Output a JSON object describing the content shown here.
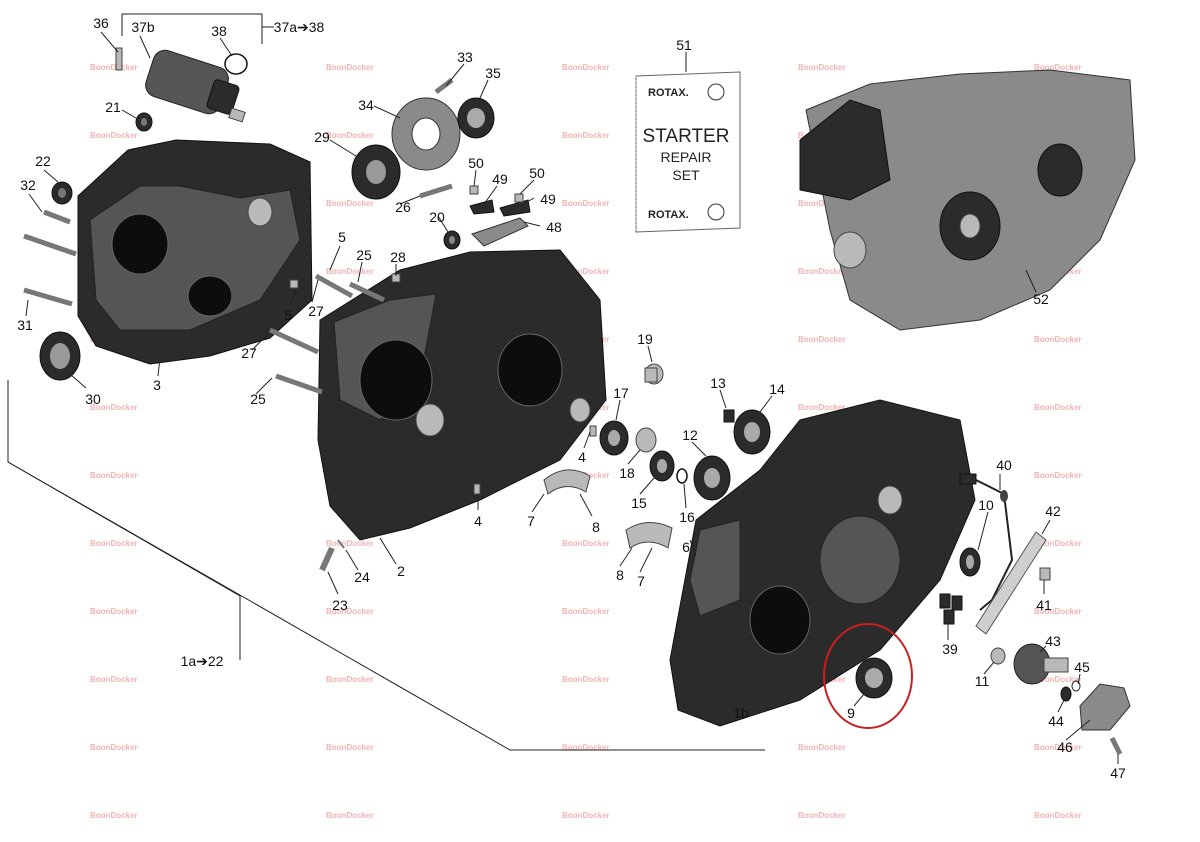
{
  "diagram": {
    "callouts": [
      {
        "id": "c36",
        "text": "36"
      },
      {
        "id": "c37b",
        "text": "37b"
      },
      {
        "id": "c38",
        "text": "38"
      },
      {
        "id": "c37a38",
        "text": "37a➔38"
      },
      {
        "id": "c21",
        "text": "21"
      },
      {
        "id": "c22",
        "text": "22"
      },
      {
        "id": "c32",
        "text": "32"
      },
      {
        "id": "c31",
        "text": "31"
      },
      {
        "id": "c30",
        "text": "30"
      },
      {
        "id": "c3",
        "text": "3"
      },
      {
        "id": "c33",
        "text": "33"
      },
      {
        "id": "c35",
        "text": "35"
      },
      {
        "id": "c34",
        "text": "34"
      },
      {
        "id": "c29",
        "text": "29"
      },
      {
        "id": "c26",
        "text": "26"
      },
      {
        "id": "c20",
        "text": "20"
      },
      {
        "id": "c50a",
        "text": "50"
      },
      {
        "id": "c50b",
        "text": "50"
      },
      {
        "id": "c49a",
        "text": "49"
      },
      {
        "id": "c49b",
        "text": "49"
      },
      {
        "id": "c48",
        "text": "48"
      },
      {
        "id": "c5a",
        "text": "5"
      },
      {
        "id": "c5b",
        "text": "5"
      },
      {
        "id": "c25a",
        "text": "25"
      },
      {
        "id": "c25b",
        "text": "25"
      },
      {
        "id": "c28",
        "text": "28"
      },
      {
        "id": "c27a",
        "text": "27"
      },
      {
        "id": "c27b",
        "text": "27"
      },
      {
        "id": "c51",
        "text": "51"
      },
      {
        "id": "c52",
        "text": "52"
      },
      {
        "id": "c19",
        "text": "19"
      },
      {
        "id": "c13",
        "text": "13"
      },
      {
        "id": "c14",
        "text": "14"
      },
      {
        "id": "c17",
        "text": "17"
      },
      {
        "id": "c18",
        "text": "18"
      },
      {
        "id": "c12",
        "text": "12"
      },
      {
        "id": "c15",
        "text": "15"
      },
      {
        "id": "c16",
        "text": "16"
      },
      {
        "id": "c4a",
        "text": "4"
      },
      {
        "id": "c4b",
        "text": "4"
      },
      {
        "id": "c7a",
        "text": "7"
      },
      {
        "id": "c8a",
        "text": "8"
      },
      {
        "id": "c8b",
        "text": "8"
      },
      {
        "id": "c7b",
        "text": "7"
      },
      {
        "id": "c6",
        "text": "6"
      },
      {
        "id": "c2",
        "text": "2"
      },
      {
        "id": "c24",
        "text": "24"
      },
      {
        "id": "c23",
        "text": "23"
      },
      {
        "id": "c1a22",
        "text": "1a➔22"
      },
      {
        "id": "c40",
        "text": "40"
      },
      {
        "id": "c10",
        "text": "10"
      },
      {
        "id": "c42",
        "text": "42"
      },
      {
        "id": "c41",
        "text": "41"
      },
      {
        "id": "c39",
        "text": "39"
      },
      {
        "id": "c43",
        "text": "43"
      },
      {
        "id": "c11",
        "text": "11"
      },
      {
        "id": "c45",
        "text": "45"
      },
      {
        "id": "c44",
        "text": "44"
      },
      {
        "id": "c46",
        "text": "46"
      },
      {
        "id": "c47",
        "text": "47"
      },
      {
        "id": "c1b",
        "text": "1b"
      },
      {
        "id": "c9",
        "text": "9"
      }
    ],
    "starter_card": {
      "brand_top": "ROTAX.",
      "line1": "STARTER",
      "line2": "REPAIR",
      "line3": "SET",
      "brand_bottom": "ROTAX."
    },
    "watermark": "BoonDocker",
    "highlight_color": "#cc1f1f"
  }
}
